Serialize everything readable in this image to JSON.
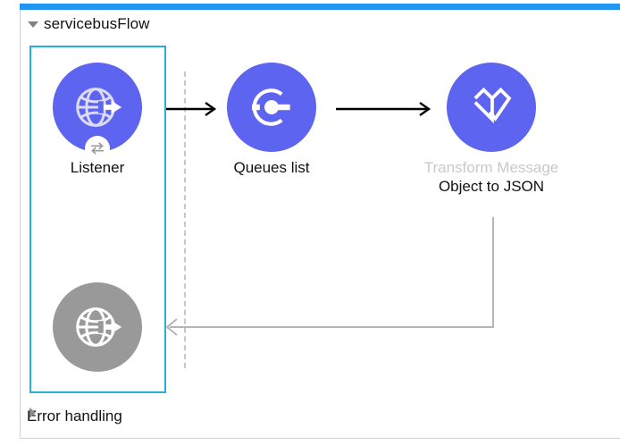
{
  "window": {
    "accent_bar_color": "#2196f3",
    "background": "#ffffff"
  },
  "flow": {
    "name": "servicebusFlow",
    "expanded_twisty": "triangle-down-icon",
    "selection_color": "#26b3d6"
  },
  "error_section": {
    "name": "Error handling",
    "collapsed_twisty": "triangle-right-icon"
  },
  "colors": {
    "node_purple": "#5d64f0",
    "node_gray": "#999999",
    "selection_cyan": "#26b3d6",
    "arrow_black": "#000000",
    "arrow_gray": "#b5b5b5",
    "muted_text": "#c9c9c9",
    "text": "#111111"
  },
  "nodes": [
    {
      "id": "listener",
      "icon": "globe-arrow-icon",
      "badge_icon": "exchange-arrows-icon",
      "circle_color": "#5d64f0",
      "label_primary": "Listener",
      "label_secondary": "",
      "selected": true
    },
    {
      "id": "queues-list",
      "icon": "connector-c-icon",
      "badge_icon": "",
      "circle_color": "#5d64f0",
      "label_primary": "Queues list",
      "label_secondary": "",
      "selected": false
    },
    {
      "id": "transform-message",
      "icon": "transform-v-icon",
      "badge_icon": "",
      "circle_color": "#5d64f0",
      "label_primary": "Transform Message",
      "label_secondary": "Object to JSON",
      "selected": false
    },
    {
      "id": "error-source",
      "icon": "globe-arrow-icon",
      "badge_icon": "",
      "circle_color": "#999999",
      "label_primary": "",
      "label_secondary": "",
      "selected": true
    }
  ],
  "connectors": [
    {
      "id": "listener-to-queues",
      "style": "solid-black",
      "direction": "right"
    },
    {
      "id": "queues-to-transform",
      "style": "solid-black",
      "direction": "right"
    },
    {
      "id": "transform-return",
      "style": "solid-gray",
      "direction": "left"
    }
  ]
}
